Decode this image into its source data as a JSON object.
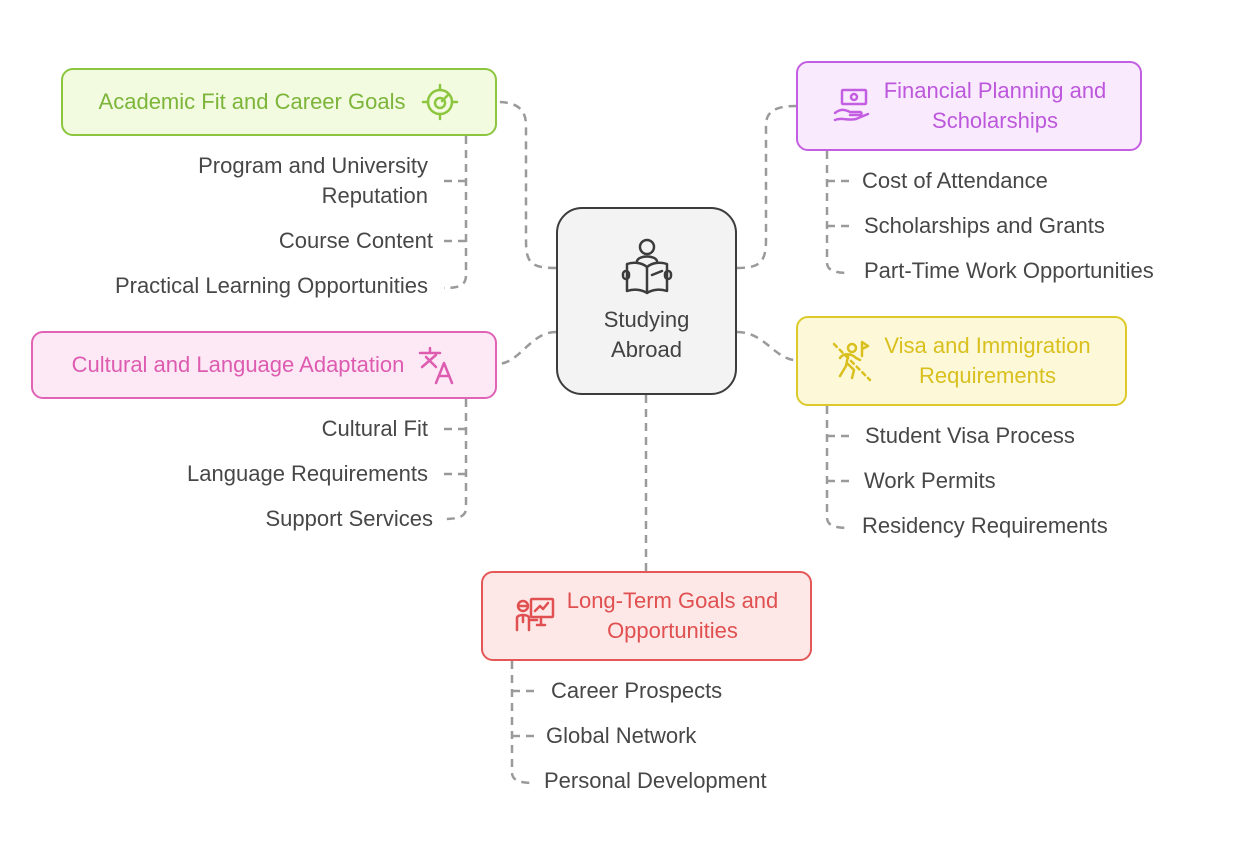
{
  "center": {
    "label": "Studying\nAbroad",
    "icon": "reading-person-icon",
    "border": "#3c3c3c",
    "fill": "#f3f3f3"
  },
  "branches": [
    {
      "id": "academic",
      "label": "Academic Fit and Career Goals",
      "icon": "target-icon",
      "color": "#8cc63f",
      "items": [
        "Program and University\nReputation",
        "Course Content",
        "Practical Learning Opportunities"
      ]
    },
    {
      "id": "financial",
      "label": "Financial Planning and\nScholarships",
      "icon": "money-hand-icon",
      "color": "#c35ee2",
      "items": [
        "Cost of Attendance",
        "Scholarships and Grants",
        "Part-Time Work Opportunities"
      ]
    },
    {
      "id": "visa",
      "label": "Visa and Immigration\nRequirements",
      "icon": "traveler-flag-icon",
      "color": "#ddca2a",
      "items": [
        "Student Visa Process",
        "Work Permits",
        "Residency Requirements"
      ]
    },
    {
      "id": "cultural",
      "label": "Cultural and Language Adaptation",
      "icon": "translate-icon",
      "color": "#e063b5",
      "items": [
        "Cultural Fit",
        "Language Requirements",
        "Support Services"
      ]
    },
    {
      "id": "longterm",
      "label": "Long-Term Goals and\nOpportunities",
      "icon": "presenter-chart-icon",
      "color": "#e45757",
      "items": [
        "Career Prospects",
        "Global Network",
        "Personal Development"
      ]
    }
  ]
}
